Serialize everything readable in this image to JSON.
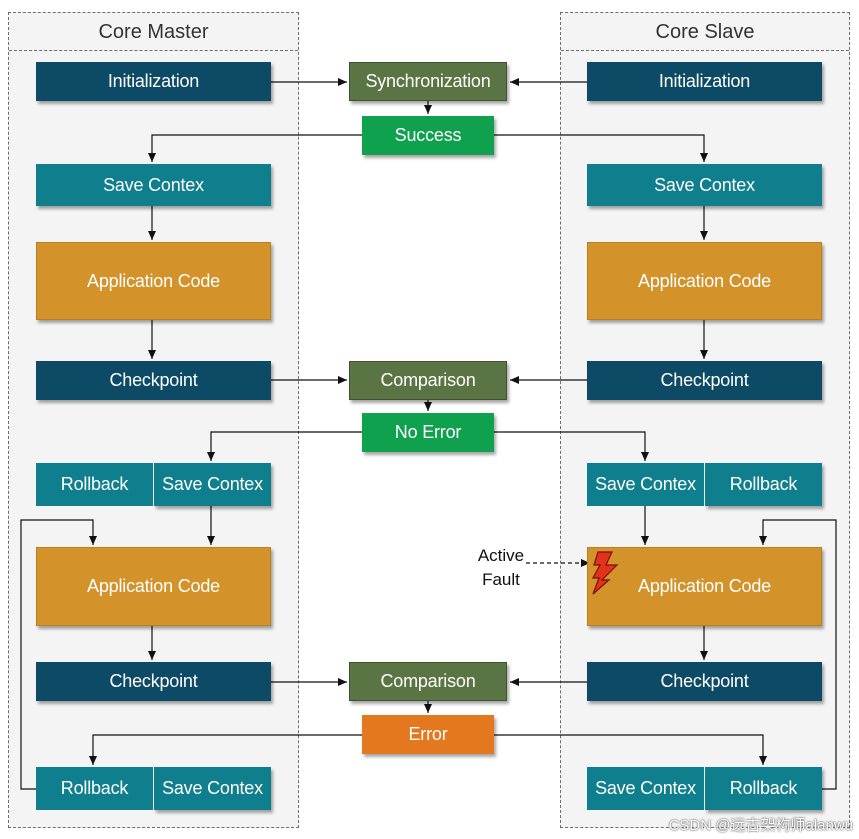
{
  "panels": {
    "master_title": "Core Master",
    "slave_title": "Core Slave"
  },
  "labels": {
    "initialization": "Initialization",
    "synchronization": "Synchronization",
    "success": "Success",
    "save_contex": "Save Contex",
    "application_code": "Application Code",
    "checkpoint": "Checkpoint",
    "comparison": "Comparison",
    "no_error": "No Error",
    "rollback": "Rollback",
    "error": "Error"
  },
  "annotation": {
    "line1": "Active",
    "line2": "Fault"
  },
  "watermark": "CSDN @远古架构师alanwu",
  "colors": {
    "dark_blue": "#0d4a65",
    "teal": "#0f7e8d",
    "gold": "#d4922a",
    "olive": "#5b7443",
    "green": "#10a14f",
    "orange": "#e4781f",
    "fault_red": "#e3321c"
  }
}
